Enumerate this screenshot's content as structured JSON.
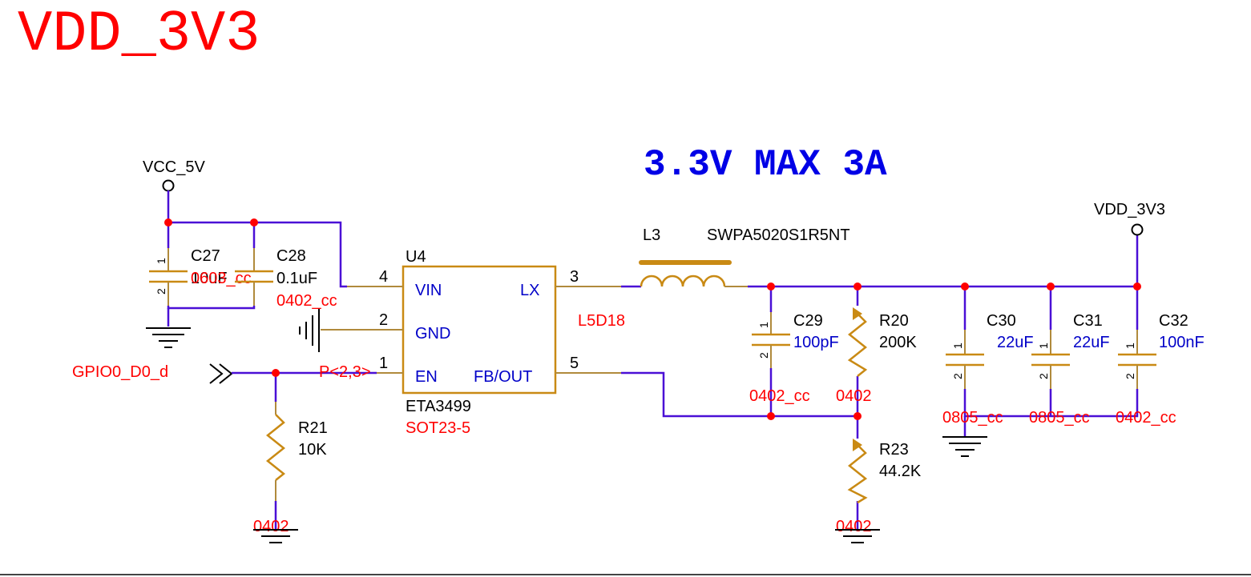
{
  "sheet_title": "VDD_3V3",
  "heading": "3.3V MAX 3A",
  "nets": {
    "vcc_5v": "VCC_5V",
    "vdd_3v3": "VDD_3V3",
    "gpio": "GPIO0_D0_d",
    "gpio_ref": "P<2,3>"
  },
  "u4": {
    "ref": "U4",
    "part": "ETA3499",
    "package": "SOT23-5",
    "pins": [
      {
        "num": "4",
        "name": "VIN"
      },
      {
        "num": "2",
        "name": "GND"
      },
      {
        "num": "1",
        "name": "EN"
      },
      {
        "num": "3",
        "name": "LX"
      },
      {
        "num": "5",
        "name": "FB/OUT"
      }
    ]
  },
  "inductor": {
    "ref": "L3",
    "value": "SWPA5020S1R5NT",
    "footprint": "L5D18"
  },
  "capacitors": [
    {
      "ref": "C27",
      "value": "10uF",
      "footprint": "0603_cc"
    },
    {
      "ref": "C28",
      "value": "0.1uF",
      "footprint": "0402_cc"
    },
    {
      "ref": "C29",
      "value": "100pF",
      "footprint": "0402_cc"
    },
    {
      "ref": "C30",
      "value": "22uF",
      "footprint": "0805_cc"
    },
    {
      "ref": "C31",
      "value": "22uF",
      "footprint": "0805_cc"
    },
    {
      "ref": "C32",
      "value": "100nF",
      "footprint": "0402_cc"
    }
  ],
  "resistors": [
    {
      "ref": "R20",
      "value": "200K",
      "footprint": "0402"
    },
    {
      "ref": "R21",
      "value": "10K",
      "footprint": "0402"
    },
    {
      "ref": "R23",
      "value": "44.2K",
      "footprint": "0402"
    }
  ],
  "cap_pins": {
    "p1": "1",
    "p2": "2"
  }
}
